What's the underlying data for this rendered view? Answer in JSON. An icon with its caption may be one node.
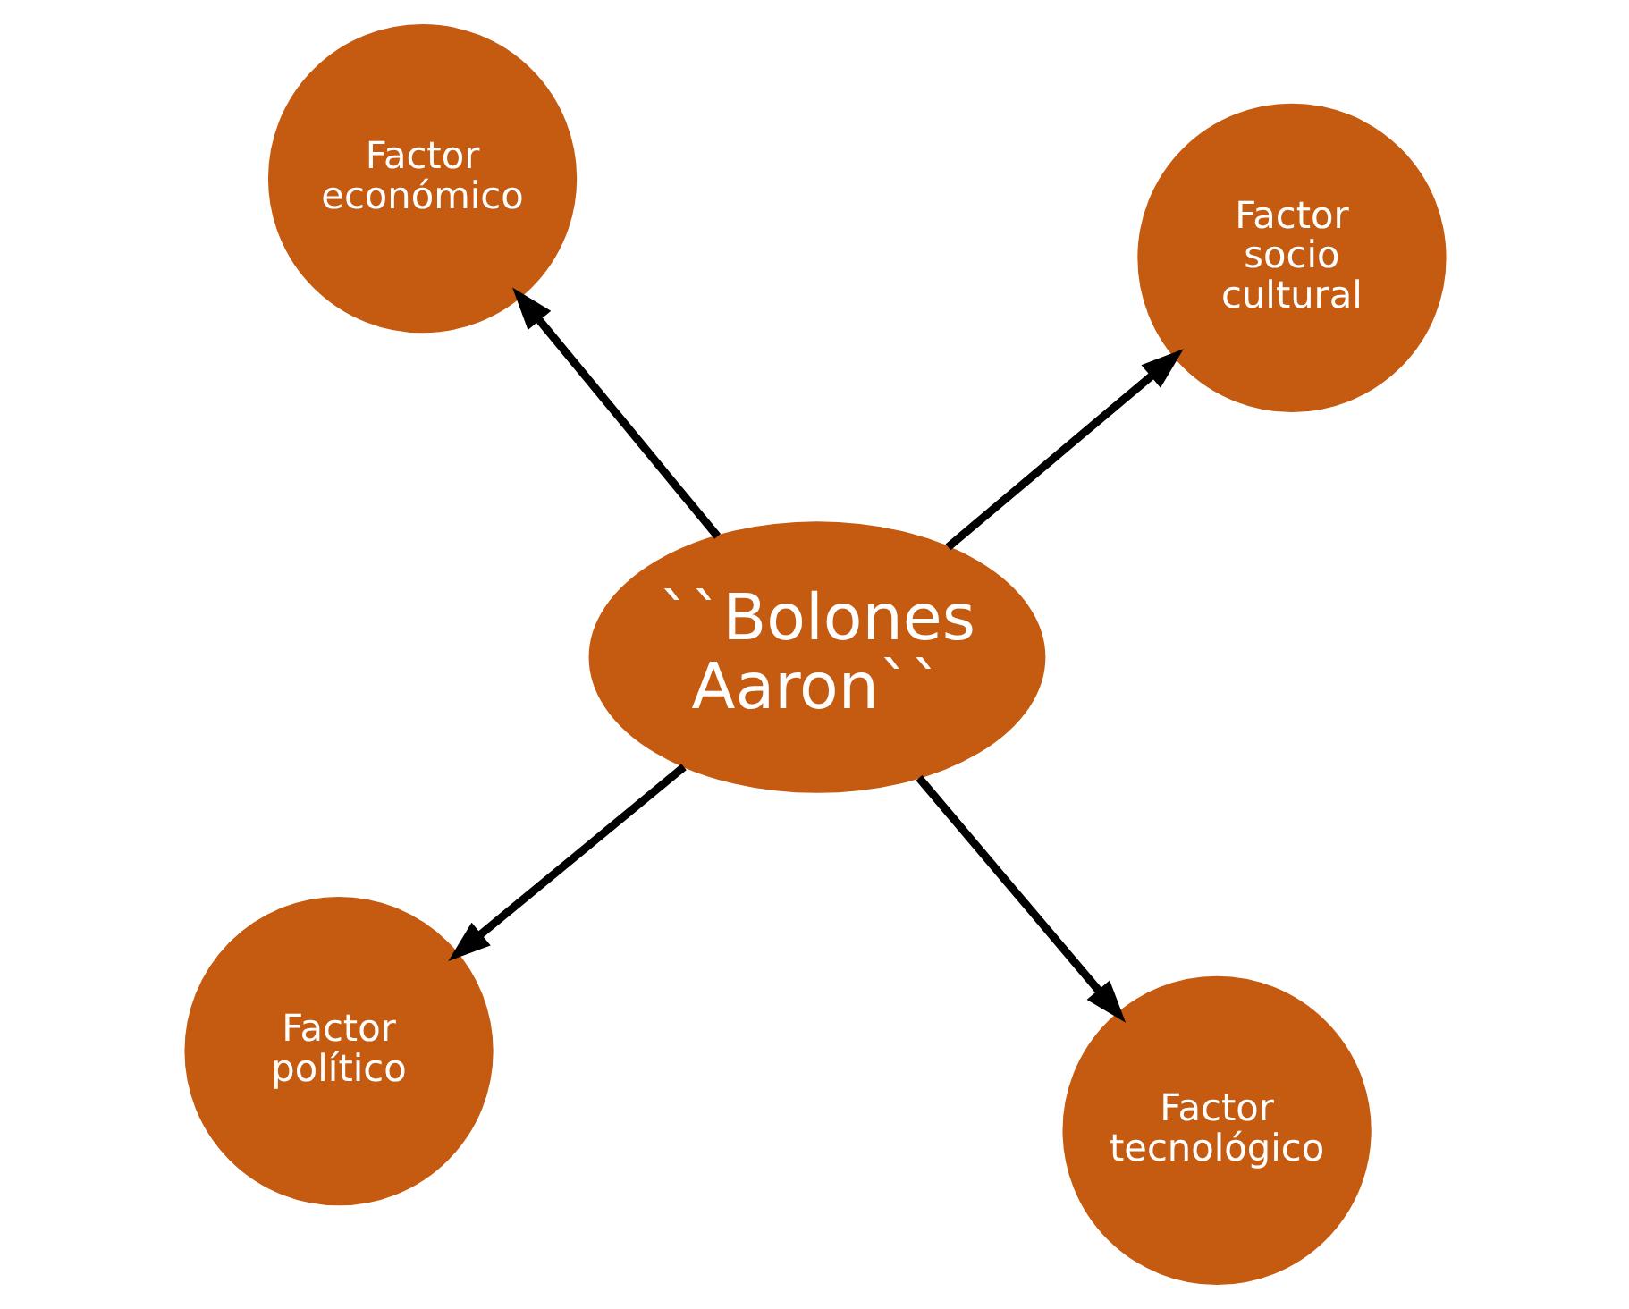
{
  "diagram": {
    "nodes": [
      {
        "text": [
          "Factor político"
        ]
      },
      {
        "text": [
          "Factor tecnológico"
        ]
      },
      {
        "text": [
          "``Bolones Aaron``"
        ]
      },
      {
        "text": [
          "Factor económico"
        ]
      },
      {
        "text": [
          "Factor socio cultural"
        ]
      }
    ],
    "edges": [
      {
        "from": 2,
        "to": 0,
        "arrow": "to"
      },
      {
        "from": 2,
        "to": 1,
        "arrow": "to"
      },
      {
        "from": 2,
        "to": 3,
        "arrow": "to"
      },
      {
        "from": 2,
        "to": 4,
        "arrow": "to"
      }
    ]
  }
}
